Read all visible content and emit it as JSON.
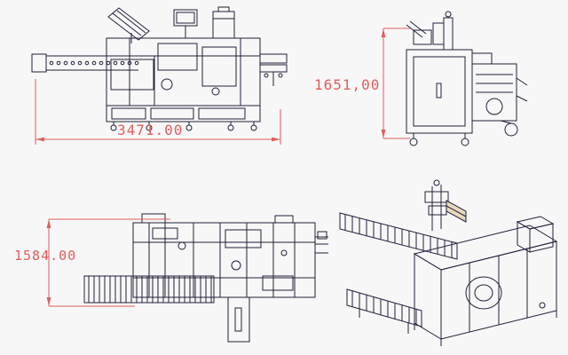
{
  "canvas": {
    "background_color": "#f7f7f7",
    "drawing_line_color": "#20203a",
    "dimension_color": "#e05e5e"
  },
  "views": {
    "side": {
      "title": "side-elevation-view",
      "dimension_label": "3471.00"
    },
    "end": {
      "title": "end-view",
      "dimension_label": "1651,00"
    },
    "plan": {
      "title": "plan-view",
      "dimension_label": "1584.00"
    },
    "iso": {
      "title": "isometric-view"
    }
  }
}
